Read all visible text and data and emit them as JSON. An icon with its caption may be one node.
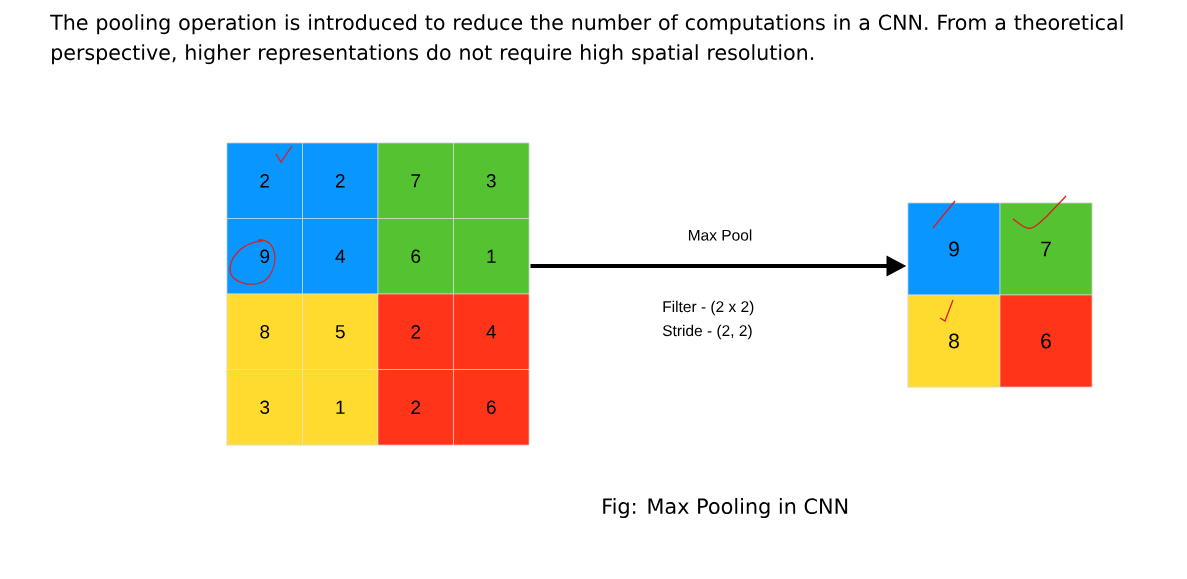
{
  "diagram": {
    "title": "The pooling operation is introduced to reduce the number of computations in a CNN. From a theoretical perspective, higher representations do not require high spatial resolution.",
    "caption": "Fig: Max Pooling in CNN",
    "nodes": [
      {
        "text": [],
        "shape": "box"
      },
      {
        "text": [
          "2"
        ],
        "in": 0
      },
      {
        "text": [
          "2"
        ],
        "in": 0
      },
      {
        "text": [
          "7"
        ],
        "in": 0
      },
      {
        "text": [
          "3"
        ],
        "in": 0
      },
      {
        "text": [
          "9"
        ],
        "in": 0
      },
      {
        "text": [
          "4"
        ],
        "in": 0
      },
      {
        "text": [
          "6"
        ],
        "in": 0
      },
      {
        "text": [
          "1"
        ],
        "in": 0
      },
      {
        "text": [
          "8"
        ],
        "in": 0
      },
      {
        "text": [
          "5"
        ],
        "in": 0
      },
      {
        "text": [
          "2"
        ],
        "in": 0
      },
      {
        "text": [
          "4"
        ],
        "in": 0
      },
      {
        "text": [
          "3"
        ],
        "in": 0
      },
      {
        "text": [
          "1"
        ],
        "in": 0
      },
      {
        "text": [
          "2"
        ],
        "in": 0
      },
      {
        "text": [
          "6"
        ],
        "in": 0
      },
      {
        "text": [],
        "shape": "box"
      },
      {
        "text": [
          "9"
        ],
        "in": 17
      },
      {
        "text": [
          "7"
        ],
        "in": 17
      },
      {
        "text": [
          "8"
        ],
        "in": 17
      },
      {
        "text": [
          "6"
        ],
        "in": 17
      }
    ],
    "edges": [
      {
        "from": 0,
        "to": 17,
        "arrow": "to",
        "label": "Max Pool"
      }
    ],
    "labels": [
      "Filter - (2 x 2)",
      "Stride - (2, 2)"
    ]
  }
}
